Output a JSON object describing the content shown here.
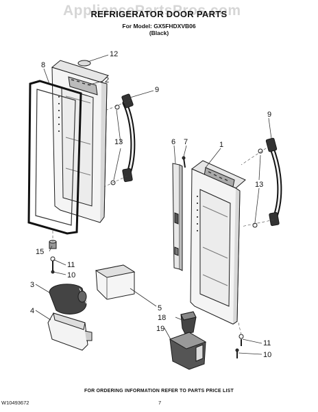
{
  "watermark": "AppliancePartsPros.com",
  "header": {
    "title": "REFRIGERATOR DOOR PARTS",
    "model_line": "For Model: GX5FHDXVB06",
    "color_line": "(Black)"
  },
  "callouts": {
    "c1": "1",
    "c2": "2",
    "c3": "3",
    "c4": "4",
    "c5": "5",
    "c6": "6",
    "c7": "7",
    "c8": "8",
    "c9a": "9",
    "c9b": "9",
    "c10a": "10",
    "c10b": "10",
    "c11a": "11",
    "c11b": "11",
    "c12": "12",
    "c13a": "13",
    "c13b": "13",
    "c15": "15",
    "c18": "18",
    "c19": "19"
  },
  "footer": {
    "ordering_note": "FOR ORDERING INFORMATION REFER TO PARTS PRICE LIST",
    "doc_number": "W10493672",
    "page_number": "7"
  }
}
